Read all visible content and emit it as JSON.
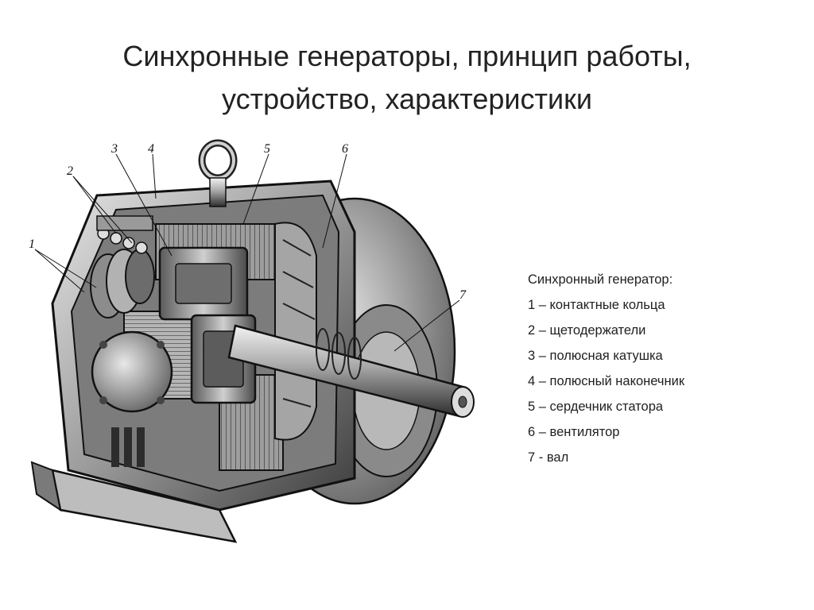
{
  "title": {
    "line1": "Синхронные генераторы, принцип работы,",
    "line2": "устройство, характеристики"
  },
  "callouts": [
    "1",
    "2",
    "3",
    "4",
    "5",
    "6",
    "7"
  ],
  "legend": {
    "heading": "Синхронный генератор:",
    "items": [
      "1 – контактные кольца",
      "2 – щетодержатели",
      "3 – полюсная катушка",
      "4 – полюсный наконечник",
      "5 – сердечник статора",
      "6 – вентилятор",
      "7 - вал"
    ]
  }
}
